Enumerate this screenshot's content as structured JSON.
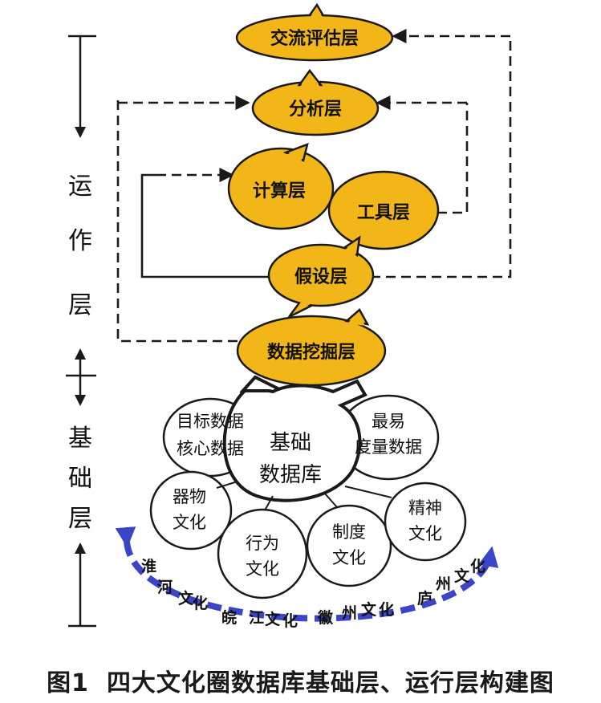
{
  "operation_layers": {
    "evaluation": "交流评估层",
    "analysis": "分析层",
    "calculation": "计算层",
    "tools": "工具层",
    "hypothesis": "假设层",
    "data_mining": "数据挖掘层"
  },
  "foundation": {
    "core_database": [
      "基础",
      "数据库"
    ],
    "target_core": [
      "目标数据",
      "核心数据"
    ],
    "easy_measure": [
      "最易",
      "度量数据"
    ],
    "artifact_culture": [
      "器物",
      "文化"
    ],
    "behavior_culture": [
      "行为",
      "文化"
    ],
    "institution_culture": [
      "制度",
      "文化"
    ],
    "spirit_culture": [
      "精神",
      "文化"
    ]
  },
  "regional_cultures": {
    "huaihe": [
      "淮",
      "河",
      "文",
      "化"
    ],
    "wanjiang": [
      "皖",
      "江",
      "文",
      "化"
    ],
    "huizhou": [
      "徽",
      "州",
      "文",
      "化"
    ],
    "luzhou": [
      "庐",
      "州",
      "文",
      "化"
    ]
  },
  "side_labels": {
    "operation_layer": [
      "运",
      "作",
      "层"
    ],
    "foundation_layer": [
      "基",
      "础",
      "层"
    ]
  },
  "caption": {
    "figure_number": "图1",
    "title": "四大文化圈数据库基础层、运行层构建图"
  },
  "colors": {
    "node_fill": "#F2B619",
    "stroke": "#1a1a1a",
    "blue_arrow": "#3a45c8"
  }
}
